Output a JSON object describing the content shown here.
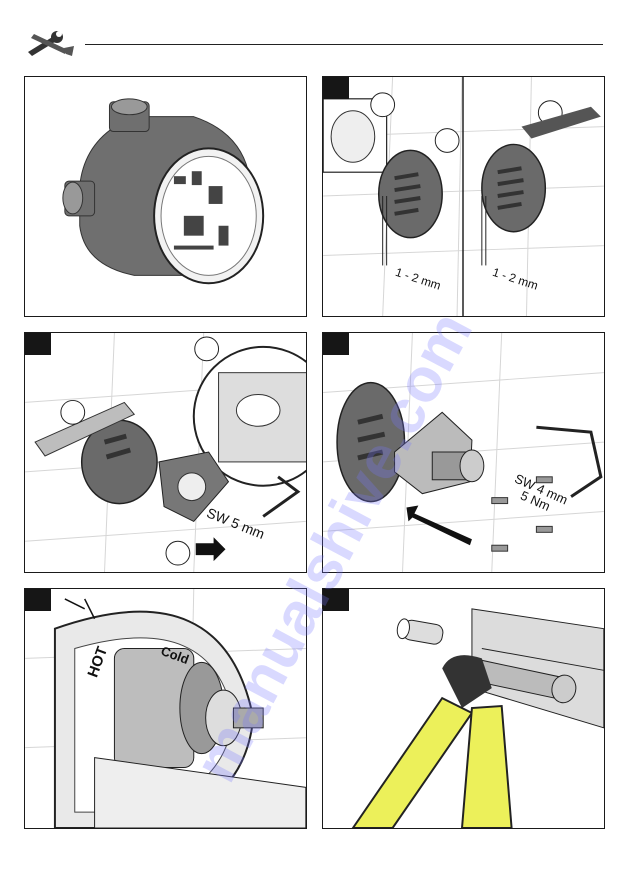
{
  "header": {
    "icon": "wrench-tools-icon"
  },
  "panels": {
    "p2": {
      "dim_left": "1 - 2 mm",
      "dim_right": "1 - 2 mm"
    },
    "p4": {
      "wrench_size": "SW 4 mm",
      "torque": "5 Nm"
    },
    "p3": {
      "wrench_size": "SW 5 mm"
    },
    "p5": {
      "label_cold": "Cold",
      "label_hot": "HOT"
    }
  },
  "watermark": {
    "text": "manualshive.com"
  },
  "colors": {
    "outline": "#1a1a1a",
    "tile_grid": "#cfcfcf",
    "plier_yellow": "#ecf05a",
    "watermark": "#8c8cff"
  }
}
